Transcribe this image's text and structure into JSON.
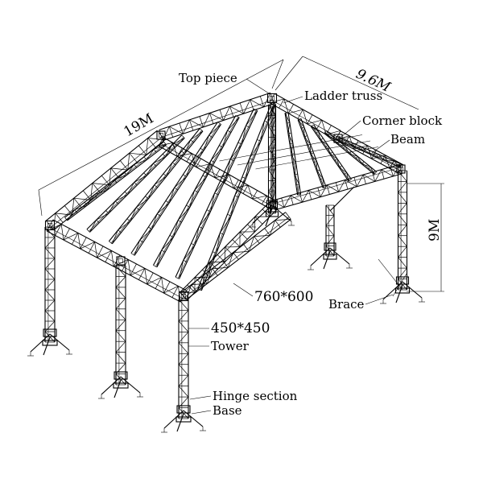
{
  "labels": {
    "top_piece": "Top piece",
    "ladder_truss": "Ladder truss",
    "corner_block": "Corner block",
    "beam": "Beam",
    "truss_size": "760*600",
    "brace": "Brace",
    "tower_size": "450*450",
    "tower": "Tower",
    "hinge_section": "Hinge section",
    "base": "Base"
  },
  "dimensions": {
    "length": "19M",
    "width": "9.6M",
    "height": "9M"
  },
  "colors": {
    "line": "#000000",
    "background": "#ffffff"
  }
}
